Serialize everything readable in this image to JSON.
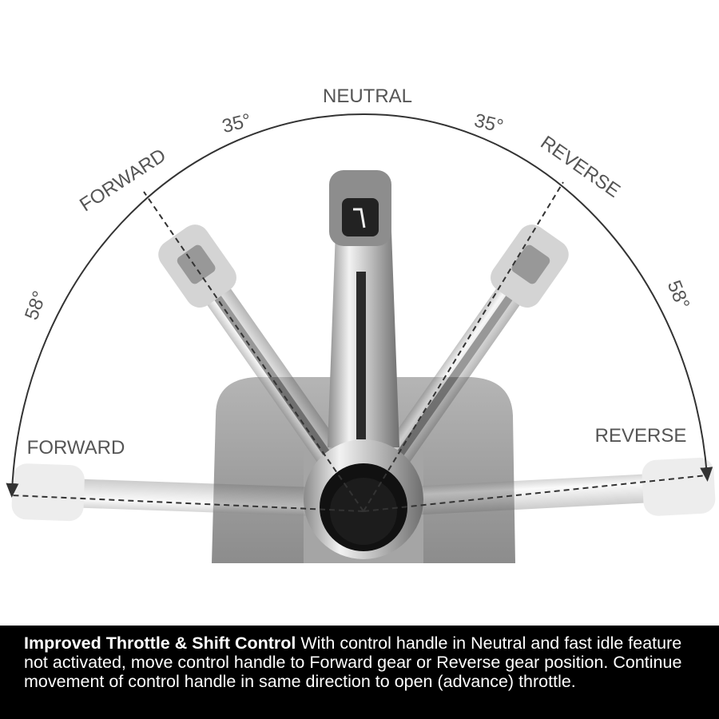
{
  "diagram": {
    "labels": {
      "neutral": "NEUTRAL",
      "forward_shift": "FORWARD",
      "reverse_shift": "REVERSE",
      "forward_throttle": "FORWARD",
      "reverse_throttle": "REVERSE",
      "angle_left_shift": "35°",
      "angle_right_shift": "35°",
      "angle_left_throttle": "58°",
      "angle_right_throttle": "58°"
    },
    "colors": {
      "arc": "#333333",
      "label": "#555555",
      "chrome": "#c8c8c8",
      "base": "#9a9a9a"
    }
  },
  "caption": {
    "title": "Improved Throttle & Shift Control",
    "body": " With control handle in Neutral and fast idle feature not activated, move control handle to Forward gear or Reverse gear position. Continue movement of control handle in same direction to open (advance) throttle."
  }
}
